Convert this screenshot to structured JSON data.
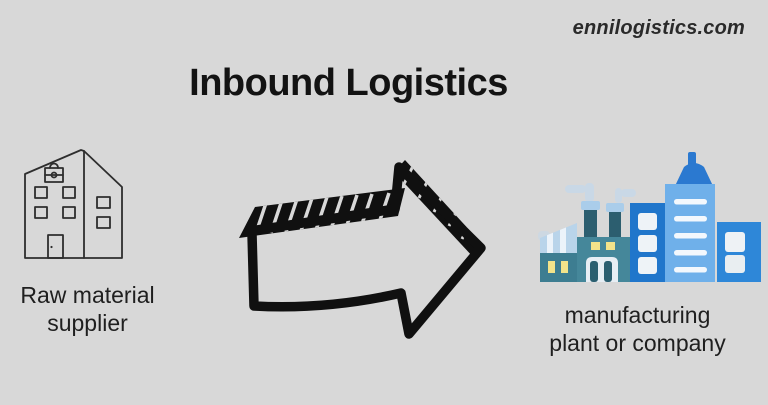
{
  "title": "Inbound Logistics",
  "watermark": "ennilogistics.com",
  "flow": {
    "source": {
      "icon": "supplier-building-icon",
      "label_lines": [
        "Raw material",
        "supplier"
      ]
    },
    "connector": {
      "icon": "sketch-arrow-right-icon"
    },
    "destination": {
      "icon": "factory-buildings-icon",
      "label_lines": [
        "manufacturing",
        "plant or company"
      ]
    }
  },
  "colors": {
    "background": "#d8d8d8",
    "text": "#1f1f1f",
    "arrow_ink": "#101010",
    "building_outline": "#2e2e2e",
    "factory_teal": "#45879a",
    "factory_teal_dark": "#2c5e6f",
    "small_building_teal": "#3d7d91",
    "window_yellow": "#f3e38a",
    "building_blue": "#2076cb",
    "skyscraper_blue": "#6fb0ea",
    "dome_blue": "#2b79d0",
    "right_building_blue": "#2e87d8",
    "window_light": "#eef3f7",
    "smoke_gray_blue": "#c9d8e6",
    "sawtooth_roof": "#b9d4ea"
  }
}
